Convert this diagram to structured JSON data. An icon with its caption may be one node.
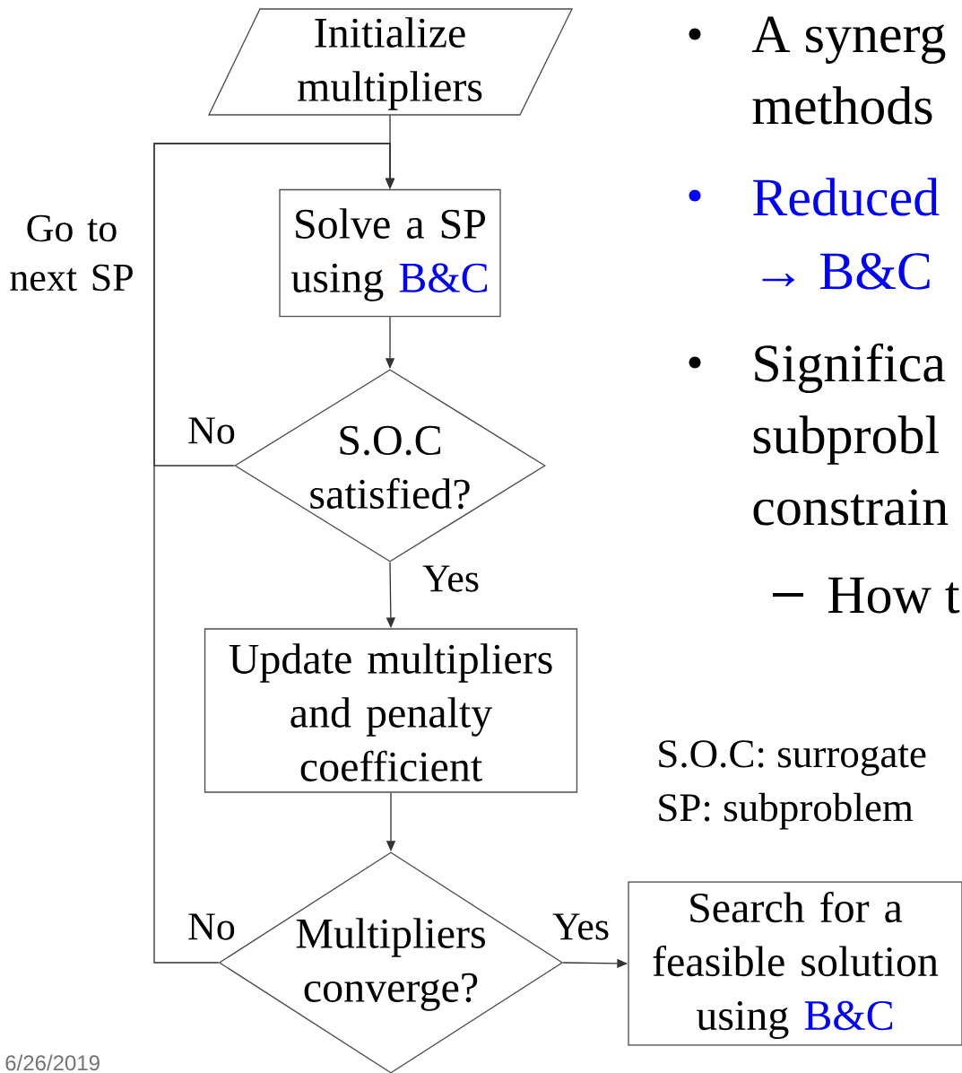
{
  "diagram": {
    "nodes": [
      {
        "text": [
          "Initialize multipliers"
        ]
      },
      {
        "text": [
          "Solve a SP using",
          "B&C"
        ]
      },
      {
        "text": [
          "S.O.C satisfied?"
        ]
      },
      {
        "text": [
          "Update multipliers and penalty coefficient"
        ]
      },
      {
        "text": [
          "Multipliers converge?"
        ]
      },
      {
        "text": [
          "Search for a feasible solution using",
          "B&C"
        ]
      }
    ],
    "edges": [
      {
        "from": 0,
        "to": 1,
        "arrow": "to"
      },
      {
        "from": 1,
        "to": 2,
        "arrow": "to"
      },
      {
        "from": 2,
        "to": 3,
        "arrow": "to",
        "label": "Yes"
      },
      {
        "from": 3,
        "to": 4,
        "arrow": "to"
      },
      {
        "from": 4,
        "to": 5,
        "arrow": "to",
        "label": "Yes"
      },
      {
        "from": 2,
        "to": 1,
        "arrow": "to",
        "label": "No"
      },
      {
        "from": 4,
        "to": 1,
        "arrow": "to",
        "label": "No"
      }
    ],
    "labels": [
      "Go to next SP",
      "A synerg",
      "methods",
      "Reduced",
      "→ B&C",
      "Significa",
      "subprobl",
      "constrain",
      "How t",
      "S.O.C: surrogate",
      "SP: subproblem",
      "6/26/2019"
    ]
  }
}
